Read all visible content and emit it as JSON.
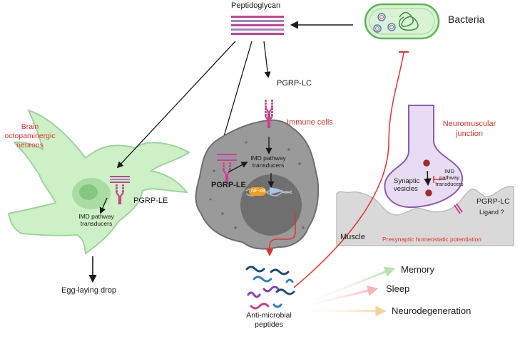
{
  "labels": {
    "peptidoglycan": "Peptidoglycan",
    "bacteria": "Bacteria",
    "pgrp_lc_top": "PGRP-LC",
    "immune_cells": "Immune cells",
    "neuromuscular_line1": "Neuromuscular",
    "neuromuscular_line2": "junction",
    "brain_line1": "Brain",
    "brain_line2": "octopaminergic",
    "brain_line3": "neurons",
    "imd_immune_line1": "IMD pathway",
    "imd_immune_line2": "transducers",
    "pgrp_le_immune": "PGRP-LE",
    "nfkb": "NF-κB",
    "pgrp_le_neuron": "PGRP-LE",
    "imd_neuron_line1": "IMD pathway",
    "imd_neuron_line2": "transducers",
    "egg_laying": "Egg-laying drop",
    "synaptic_line1": "Synaptic",
    "synaptic_line2": "vesicles",
    "imd_nmj_line1": "IMD",
    "imd_nmj_line2": "pathway",
    "imd_nmj_line3": "transducers",
    "pgrp_lc_muscle": "PGRP-LC",
    "ligand": "Ligand ?",
    "muscle": "Muscle",
    "presynaptic": "Presynaptic homeostatic potentiation",
    "amp_line1": "Anti-microbial",
    "amp_line2": "peptides",
    "memory": "Memory",
    "sleep": "Sleep",
    "neurodegeneration": "Neurodegeneration"
  },
  "colors": {
    "neuron_fill": "#cdf0c7",
    "neuron_stroke": "#9ed49a",
    "cell_fill": "#9a9a9a",
    "cell_stroke": "#6e6e6e",
    "nucleus": "#6f6f6f",
    "bacteria_fill": "#d9f2d3",
    "bacteria_stroke": "#5fb35a",
    "receptor": "#c8428e",
    "inhibit_red": "#e8322b",
    "terminal_fill": "#e8dcf2",
    "terminal_stroke": "#8a5cb5",
    "muscle_fill": "#d9d9d9",
    "memory_arrow": "#b7e0ae",
    "sleep_arrow": "#f4b6b6",
    "neuro_arrow": "#efd59a",
    "nfkb_fill": "#f0a020"
  },
  "icons": [
    "bacterium-icon",
    "peptidoglycan-icon",
    "receptor-icon",
    "neuron-icon",
    "immune-cell-icon",
    "synaptic-terminal-icon",
    "peptide-icon"
  ]
}
